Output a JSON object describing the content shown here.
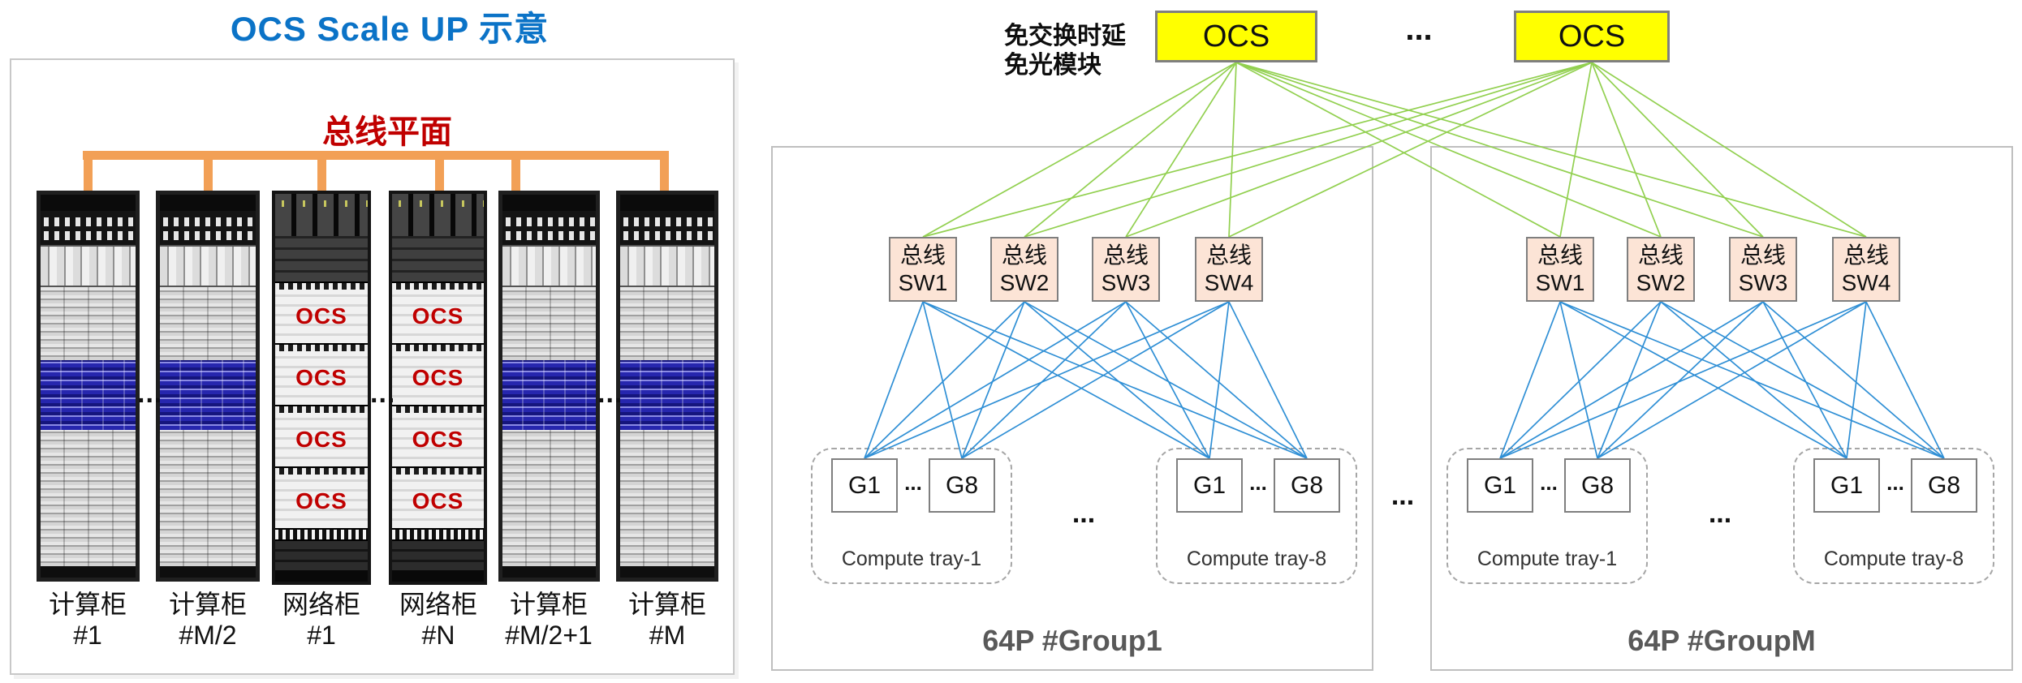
{
  "left_panel": {
    "title": "OCS Scale UP 示意",
    "bus_label": "总线平面",
    "ellipsis": "...",
    "racks": [
      {
        "kind": "compute",
        "name_line": "计算柜",
        "id_line": "#1"
      },
      {
        "kind": "compute",
        "name_line": "计算柜",
        "id_line": "#M/2"
      },
      {
        "kind": "network",
        "name_line": "网络柜",
        "id_line": "#1",
        "unit_labels": [
          "OCS",
          "OCS",
          "OCS",
          "OCS"
        ]
      },
      {
        "kind": "network",
        "name_line": "网络柜",
        "id_line": "#N",
        "unit_labels": [
          "OCS",
          "OCS",
          "OCS",
          "OCS"
        ]
      },
      {
        "kind": "compute",
        "name_line": "计算柜",
        "id_line": "#M/2+1"
      },
      {
        "kind": "compute",
        "name_line": "计算柜",
        "id_line": "#M"
      }
    ]
  },
  "right_diagram": {
    "annotation_lines": [
      "免交换时延",
      "免光模块"
    ],
    "ocs_top": [
      {
        "label": "OCS"
      },
      {
        "label": "OCS"
      }
    ],
    "ocs_ellipsis": "...",
    "group_ellipsis": "...",
    "groups": [
      {
        "label": "64P #Group1",
        "switches": [
          {
            "line1": "总线",
            "line2": "SW1"
          },
          {
            "line1": "总线",
            "line2": "SW2"
          },
          {
            "line1": "总线",
            "line2": "SW3"
          },
          {
            "line1": "总线",
            "line2": "SW4"
          }
        ],
        "tray_ellipsis": "...",
        "trays": [
          {
            "label": "Compute tray-1",
            "first": "G1",
            "last": "G8",
            "ellipsis": "..."
          },
          {
            "label": "Compute tray-8",
            "first": "G1",
            "last": "G8",
            "ellipsis": "..."
          }
        ]
      },
      {
        "label": "64P #GroupM",
        "switches": [
          {
            "line1": "总线",
            "line2": "SW1"
          },
          {
            "line1": "总线",
            "line2": "SW2"
          },
          {
            "line1": "总线",
            "line2": "SW3"
          },
          {
            "line1": "总线",
            "line2": "SW4"
          }
        ],
        "tray_ellipsis": "...",
        "trays": [
          {
            "label": "Compute tray-1",
            "first": "G1",
            "last": "G8",
            "ellipsis": "..."
          },
          {
            "label": "Compute tray-8",
            "first": "G1",
            "last": "G8",
            "ellipsis": "..."
          }
        ]
      }
    ]
  },
  "colors": {
    "title_blue": "#0B73C7",
    "accent_red": "#C00000",
    "bus_orange": "#F2A056",
    "ocs_yellow": "#FFFF00",
    "switch_fill": "#FCE4D6",
    "green_line": "#92D050",
    "blue_line": "#2F8FD5",
    "group_label_gray": "#595959"
  }
}
